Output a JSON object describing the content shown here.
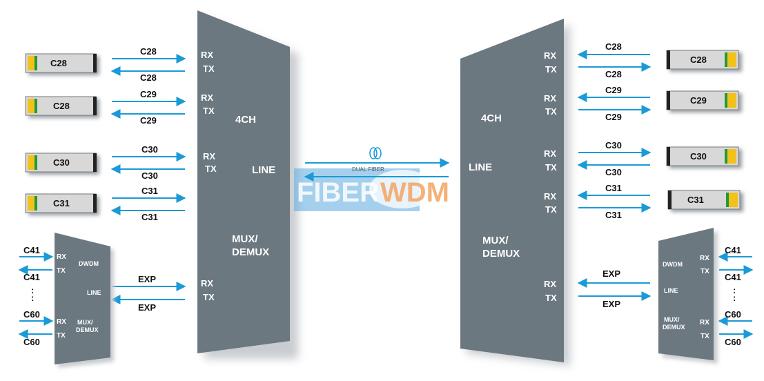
{
  "colors": {
    "mux_body": "#6c7880",
    "mux_shadow": "#c9ccd0",
    "arrow": "#1a9ad6",
    "sfp_body": "#d8d8d8",
    "sfp_yellow": "#f2c21b",
    "sfp_green": "#1f9a3a",
    "watermark_blue": "#6db6e8",
    "watermark_orange": "#f4a460",
    "watermark_yellow": "#e8c840"
  },
  "left": {
    "main": {
      "ch": "4CH",
      "line": "LINE",
      "mux1": "MUX/",
      "mux2": "DEMUX"
    },
    "ports": [
      {
        "rx": "RX",
        "tx": "TX",
        "sfp": "C28",
        "in": "C28",
        "out": "C28"
      },
      {
        "rx": "RX",
        "tx": "TX",
        "sfp": "C28",
        "in": "C29",
        "out": "C29"
      },
      {
        "rx": "RX",
        "tx": "TX",
        "sfp": "C30",
        "in": "C30",
        "out": "C30"
      },
      {
        "rx": "RX",
        "tx": "TX",
        "sfp": "C31",
        "in": "C31",
        "out": "C31"
      }
    ],
    "exp": {
      "rx": "RX",
      "tx": "TX",
      "in": "EXP",
      "out": "EXP"
    },
    "small": {
      "rx1": "RX",
      "tx1": "TX",
      "dwdm": "DWDM",
      "line": "LINE",
      "rx2": "RX",
      "tx2": "TX",
      "mux1": "MUX/",
      "mux2": "DEMUX",
      "c41a": "C41",
      "c41b": "C41",
      "dots": ":",
      "c60a": "C60",
      "c60b": "C60"
    }
  },
  "center": {
    "fiber_label": "DUAL FIBER",
    "watermark_a": "FIBER",
    "watermark_b": "WDM"
  },
  "right": {
    "main": {
      "ch": "4CH",
      "line": "LINE",
      "mux1": "MUX/",
      "mux2": "DEMUX"
    },
    "ports": [
      {
        "rx": "RX",
        "tx": "TX",
        "sfp": "C28",
        "in": "C28",
        "out": "C28"
      },
      {
        "rx": "RX",
        "tx": "TX",
        "sfp": "C29",
        "in": "C29",
        "out": "C29"
      },
      {
        "rx": "RX",
        "tx": "TX",
        "sfp": "C30",
        "in": "C30",
        "out": "C30"
      },
      {
        "rx": "RX",
        "tx": "TX",
        "sfp": "C31",
        "in": "C31",
        "out": "C31"
      }
    ],
    "exp": {
      "rx": "RX",
      "tx": "TX",
      "in": "EXP",
      "out": "EXP"
    },
    "small": {
      "rx1": "RX",
      "tx1": "TX",
      "dwdm": "DWDM",
      "line": "LINE",
      "rx2": "RX",
      "tx2": "TX",
      "mux1": "MUX/",
      "mux2": "DEMUX",
      "c41a": "C41",
      "c41b": "C41",
      "dots": ":",
      "c60a": "C60",
      "c60b": "C60"
    }
  }
}
